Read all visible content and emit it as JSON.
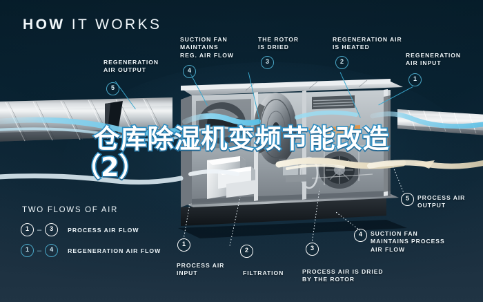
{
  "header": {
    "title_strong": "HOW",
    "title_rest": "IT WORKS"
  },
  "overlay": {
    "line1": "仓库除湿机变频节能改造",
    "line2": "（2）"
  },
  "legend": {
    "heading": "TWO FLOWS OF AIR",
    "rows": [
      {
        "from": "1",
        "dash": "–",
        "to": "3",
        "label": "PROCESS AIR FLOW",
        "type": "process"
      },
      {
        "from": "1",
        "dash": "–",
        "to": "4",
        "label": "REGENERATION AIR FLOW",
        "type": "regeneration"
      }
    ]
  },
  "callouts": [
    {
      "num": "5",
      "label": "REGENERATION\nAIR OUTPUT",
      "type": "regeneration"
    },
    {
      "num": "4",
      "label": "SUCTION FAN\nMAINTAINS\nREG. AIR FLOW",
      "type": "regeneration"
    },
    {
      "num": "3",
      "label": "THE ROTOR\nIS DRIED",
      "type": "regeneration"
    },
    {
      "num": "2",
      "label": "REGENERATION AIR\nIS HEATED",
      "type": "regeneration"
    },
    {
      "num": "1",
      "label": "REGENERATION\nAIR INPUT",
      "type": "regeneration"
    },
    {
      "num": "5",
      "label": "PROCESS AIR\nOUTPUT",
      "type": "process"
    },
    {
      "num": "4",
      "label": "SUCTION FAN\nMAINTAINS PROCESS\nAIR FLOW",
      "type": "process"
    },
    {
      "num": "1",
      "label": "PROCESS AIR\nINPUT",
      "type": "process"
    },
    {
      "num": "2",
      "label": "FILTRATION",
      "type": "process"
    },
    {
      "num": "3",
      "label": "PROCESS AIR IS DRIED\nBY THE ROTOR",
      "type": "process"
    }
  ],
  "colors": {
    "background_top": "#07222f",
    "background_bottom": "#1d3040",
    "accent_blue": "#39a7cd",
    "text": "#eef6fa",
    "overlay_stroke": "#2e8fc4",
    "regen_air_arrow": "#8fd4ee",
    "process_air_arrow": "#efe6cd"
  }
}
